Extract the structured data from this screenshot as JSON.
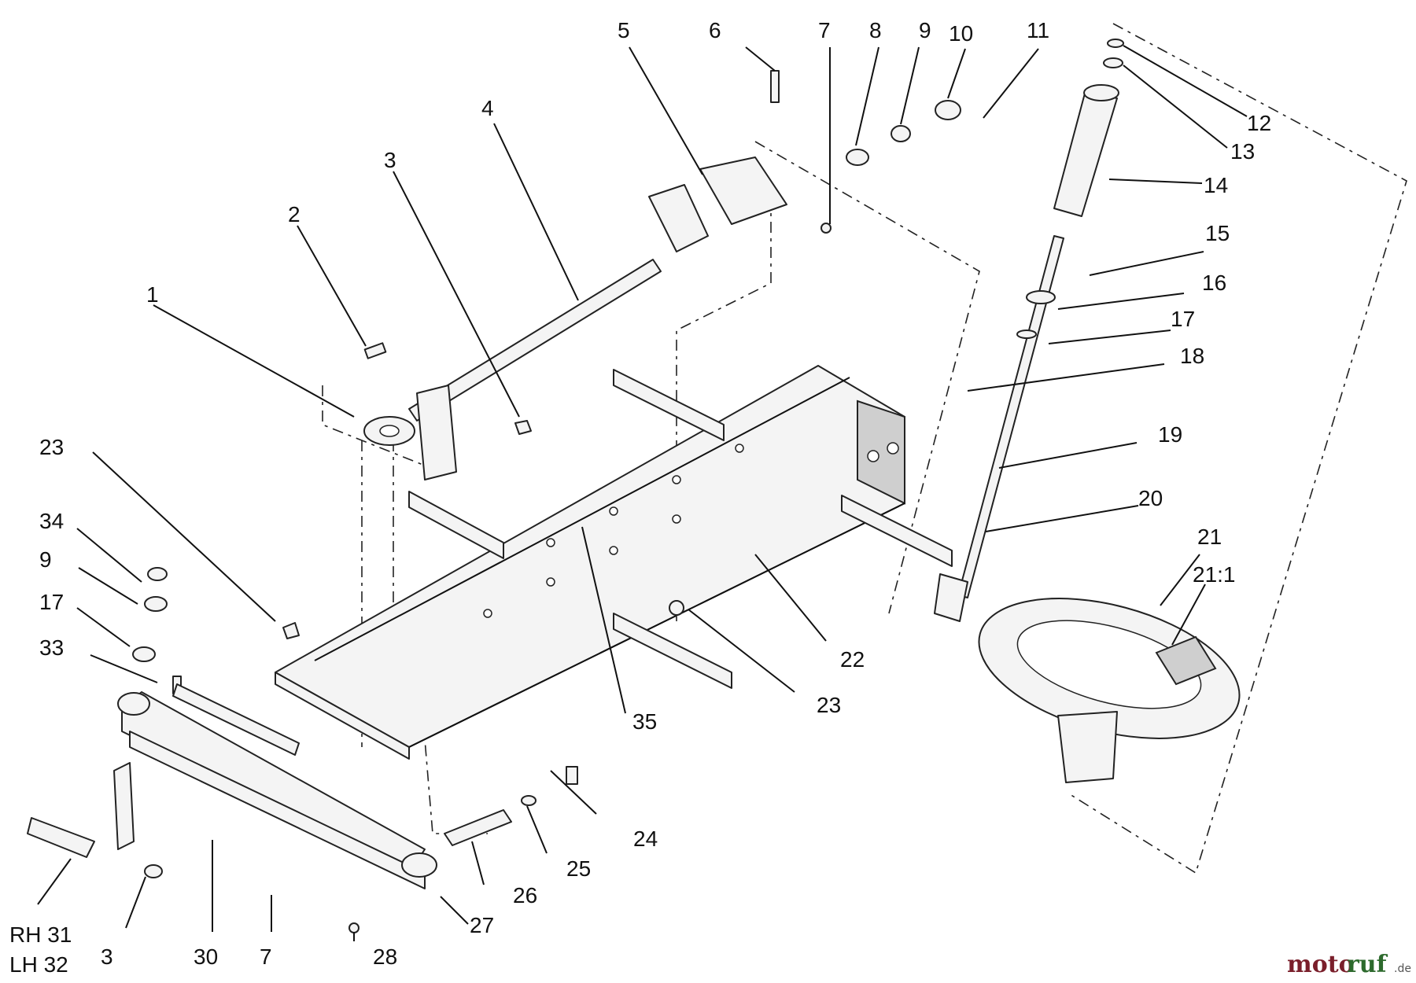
{
  "watermark": {
    "brand_a": "moto",
    "brand_b": "ruf",
    "suffix": ".de"
  },
  "callouts": [
    {
      "id": "c1",
      "text": "1"
    },
    {
      "id": "c2",
      "text": "2"
    },
    {
      "id": "c3a",
      "text": "3"
    },
    {
      "id": "c4",
      "text": "4"
    },
    {
      "id": "c5",
      "text": "5"
    },
    {
      "id": "c6",
      "text": "6"
    },
    {
      "id": "c7a",
      "text": "7"
    },
    {
      "id": "c8",
      "text": "8"
    },
    {
      "id": "c9a",
      "text": "9"
    },
    {
      "id": "c10",
      "text": "10"
    },
    {
      "id": "c11",
      "text": "11"
    },
    {
      "id": "c12",
      "text": "12"
    },
    {
      "id": "c13",
      "text": "13"
    },
    {
      "id": "c14",
      "text": "14"
    },
    {
      "id": "c15",
      "text": "15"
    },
    {
      "id": "c16",
      "text": "16"
    },
    {
      "id": "c17a",
      "text": "17"
    },
    {
      "id": "c18",
      "text": "18"
    },
    {
      "id": "c19",
      "text": "19"
    },
    {
      "id": "c20",
      "text": "20"
    },
    {
      "id": "c21",
      "text": "21"
    },
    {
      "id": "c211",
      "text": "21:1"
    },
    {
      "id": "c22",
      "text": "22"
    },
    {
      "id": "c23a",
      "text": "23"
    },
    {
      "id": "c23b",
      "text": "23"
    },
    {
      "id": "c24",
      "text": "24"
    },
    {
      "id": "c25",
      "text": "25"
    },
    {
      "id": "c26",
      "text": "26"
    },
    {
      "id": "c27",
      "text": "27"
    },
    {
      "id": "c28",
      "text": "28"
    },
    {
      "id": "c30",
      "text": "30"
    },
    {
      "id": "c7b",
      "text": "7"
    },
    {
      "id": "c3b",
      "text": "3"
    },
    {
      "id": "c34",
      "text": "34"
    },
    {
      "id": "c9b",
      "text": "9"
    },
    {
      "id": "c17b",
      "text": "17"
    },
    {
      "id": "c33",
      "text": "33"
    },
    {
      "id": "c35",
      "text": "35"
    },
    {
      "id": "rh31",
      "text": "RH 31"
    },
    {
      "id": "lh32",
      "text": "LH 32"
    }
  ]
}
